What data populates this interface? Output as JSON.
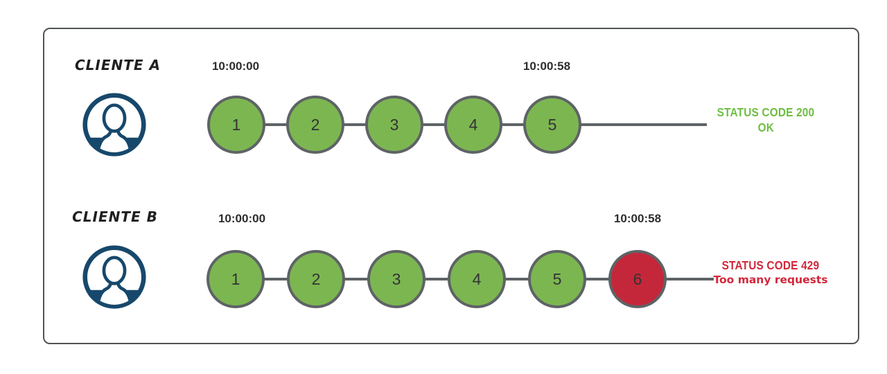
{
  "colors": {
    "request_ok_fill": "#7cb651",
    "request_blocked_fill": "#c5273a",
    "circle_border": "#5e6366",
    "timeline_line": "#5e6366",
    "frame_border": "#4f5356",
    "avatar_stroke": "#17486b",
    "status_ok_text": "#6fbe44",
    "status_blocked_text": "#d2273a",
    "client_label_text": "#1f1f1f",
    "timestamp_text": "#2d2d2d",
    "request_number_text": "#333333"
  },
  "rows": [
    {
      "client_label": "CLIENTE A",
      "start_time": "10:00:00",
      "end_time": "10:00:58",
      "requests": [
        {
          "number": "1",
          "status": "ok"
        },
        {
          "number": "2",
          "status": "ok"
        },
        {
          "number": "3",
          "status": "ok"
        },
        {
          "number": "4",
          "status": "ok"
        },
        {
          "number": "5",
          "status": "ok"
        }
      ],
      "status": {
        "kind": "ok",
        "code_line": "STATUS CODE 200",
        "message_line": "OK"
      }
    },
    {
      "client_label": "CLIENTE B",
      "start_time": "10:00:00",
      "end_time": "10:00:58",
      "requests": [
        {
          "number": "1",
          "status": "ok"
        },
        {
          "number": "2",
          "status": "ok"
        },
        {
          "number": "3",
          "status": "ok"
        },
        {
          "number": "4",
          "status": "ok"
        },
        {
          "number": "5",
          "status": "ok"
        },
        {
          "number": "6",
          "status": "blocked"
        }
      ],
      "status": {
        "kind": "blocked",
        "code_line": "STATUS CODE 429",
        "message_line": "Too many requests"
      }
    }
  ]
}
